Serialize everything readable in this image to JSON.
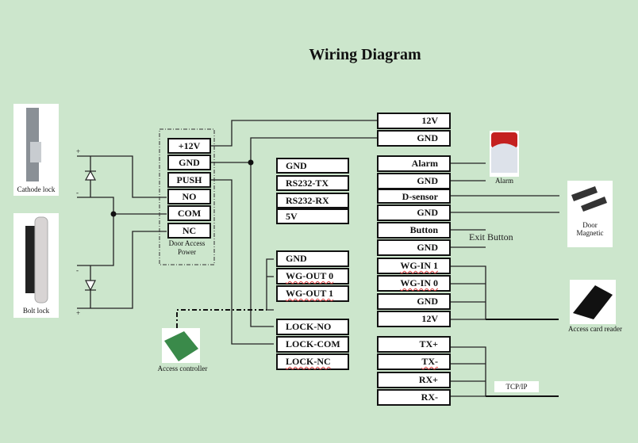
{
  "title": "Wiring Diagram",
  "devices": {
    "cathode_lock": "Cathode lock",
    "bolt_lock": "Bolt lock",
    "alarm": "Alarm",
    "door_magnetic_1": "Door",
    "door_magnetic_2": "Magnetic",
    "access_card_reader": "Access card reader",
    "access_controller": "Access controller",
    "exit_button": "Exit Button",
    "tcp_ip": "TCP/IP"
  },
  "polarity": {
    "plus": "+",
    "minus": "-"
  },
  "power_supply": {
    "caption_1": "Door Access",
    "caption_2": "Power",
    "terminals": [
      "+12V",
      "GND",
      "PUSH",
      "NO",
      "COM",
      "NC"
    ]
  },
  "rs232_block": [
    "GND",
    "RS232-TX",
    "RS232-RX",
    "5V"
  ],
  "wg_out_block": [
    "GND",
    "WG-OUT 0",
    "WG-OUT 1"
  ],
  "lock_block": [
    "LOCK-NO",
    "LOCK-COM",
    "LOCK-NC"
  ],
  "right_power_block": [
    "12V",
    "GND"
  ],
  "right_io_block": [
    "Alarm",
    "GND",
    "D-sensor",
    "GND",
    "Button",
    "GND"
  ],
  "wg_in_block": [
    "WG-IN 1",
    "WG-IN 0",
    "GND",
    "12V"
  ],
  "tcp_block": [
    "TX+",
    "TX-",
    "RX+",
    "RX-"
  ]
}
